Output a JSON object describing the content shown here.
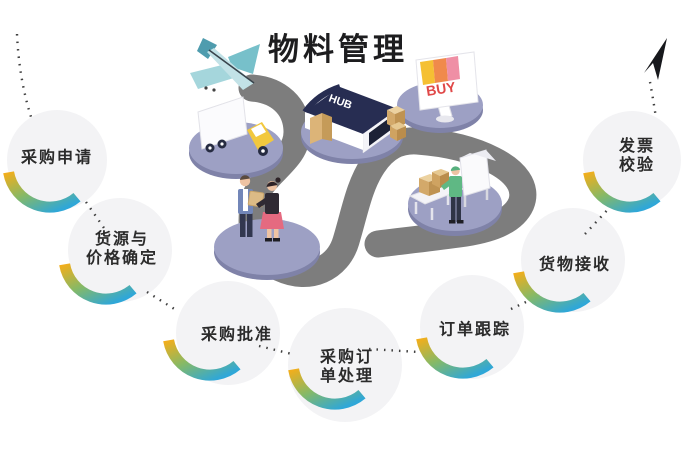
{
  "title": "物料管理",
  "steps": [
    {
      "label": "采购申请"
    },
    {
      "label": "货源与\n价格确定"
    },
    {
      "label": "采购批准"
    },
    {
      "label": "采购订\n单处理"
    },
    {
      "label": "订单跟踪"
    },
    {
      "label": "货物接收"
    },
    {
      "label": "发票校验"
    }
  ],
  "illustrations": {
    "hub_sign": "HUB",
    "buy_sign": "BUY"
  },
  "colors": {
    "road": "#7d7d7d",
    "platform": "#9da0c4",
    "platform_edge": "#7f82a8",
    "arc_start": "#F2AE1C",
    "arc_mid": "#85B967",
    "arc_end": "#2FA7D8",
    "title_text": "#1d1d1f",
    "label_text": "#2b2b2b",
    "hub_roof": "#272d52",
    "buy_red": "#e04848",
    "truck_yellow": "#f2c83d",
    "plane_teal": "#77c0ca",
    "box_tan": "#d3a96a",
    "worker_green": "#5fb884",
    "skirt_pink": "#e56a80"
  }
}
